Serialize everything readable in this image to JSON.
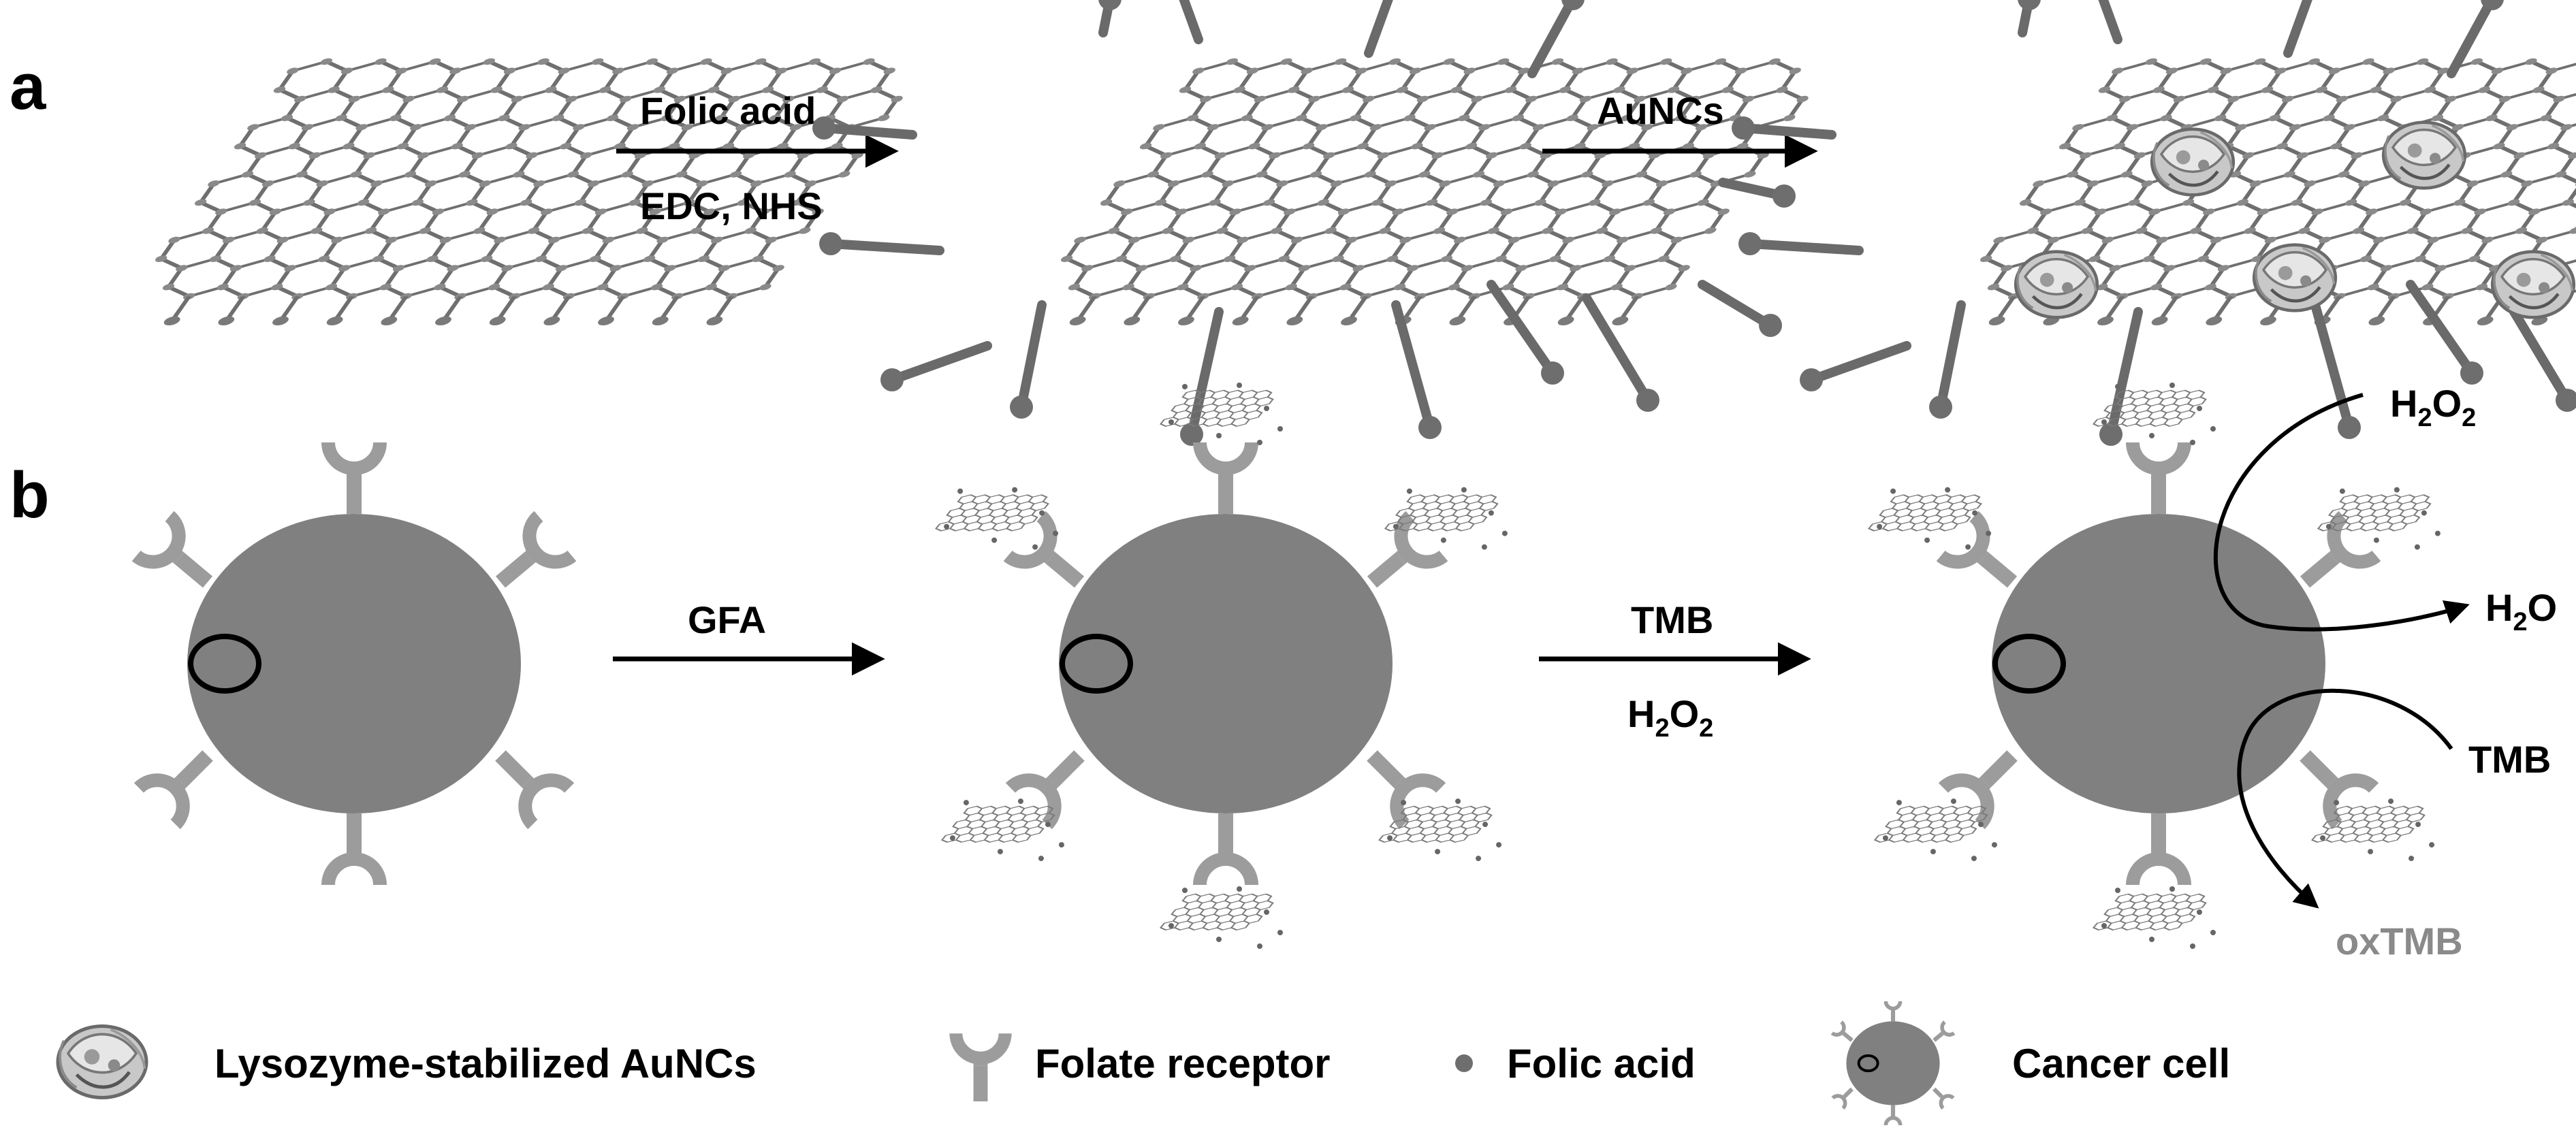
{
  "panels": {
    "a": "a",
    "b": "b"
  },
  "panel_a": {
    "step1": {
      "line1": "Folic acid",
      "line2": "EDC, NHS"
    },
    "step2": {
      "line1": "AuNCs"
    }
  },
  "panel_b": {
    "step1": {
      "line1": "GFA"
    },
    "step2": {
      "line1": "TMB",
      "line2_base": "H",
      "line2_sub1": "2",
      "line2_mid": "O",
      "line2_sub2": "2"
    },
    "reaction": {
      "h2o2_base": "H",
      "h2o2_sub1": "2",
      "h2o2_mid": "O",
      "h2o2_sub2": "2",
      "h2o_base": "H",
      "h2o_sub": "2",
      "h2o_end": "O",
      "tmb": "TMB",
      "oxtmb": "oxTMB"
    }
  },
  "legend": {
    "aunc": "Lysozyme-stabilized AuNCs",
    "receptor": "Folate receptor",
    "folic": "Folic acid",
    "cell": "Cancer cell"
  },
  "colors": {
    "cell_fill": "#808080",
    "receptor": "#9c9c9c",
    "node": "#7a7a7a",
    "bond": "#6f6f6f",
    "folic_dot": "#6e6e6e",
    "oxtmb": "#8a8a8a"
  }
}
